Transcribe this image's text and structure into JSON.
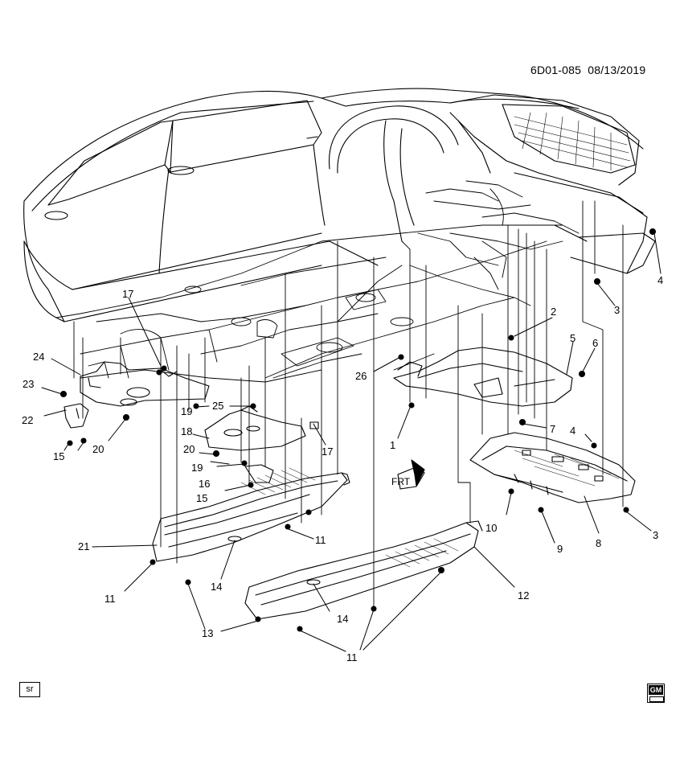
{
  "header": {
    "code": "6D01-085",
    "date": "08/13/2019"
  },
  "footer": {
    "sr_label": "sr"
  },
  "direction_marker": "FRT",
  "callouts": [
    {
      "label": "1"
    },
    {
      "label": "2"
    },
    {
      "label": "3"
    },
    {
      "label": "3"
    },
    {
      "label": "4"
    },
    {
      "label": "4"
    },
    {
      "label": "5"
    },
    {
      "label": "6"
    },
    {
      "label": "7"
    },
    {
      "label": "8"
    },
    {
      "label": "9"
    },
    {
      "label": "10"
    },
    {
      "label": "11"
    },
    {
      "label": "11"
    },
    {
      "label": "11"
    },
    {
      "label": "12"
    },
    {
      "label": "13"
    },
    {
      "label": "14"
    },
    {
      "label": "14"
    },
    {
      "label": "15"
    },
    {
      "label": "15"
    },
    {
      "label": "16"
    },
    {
      "label": "17"
    },
    {
      "label": "17"
    },
    {
      "label": "18"
    },
    {
      "label": "19"
    },
    {
      "label": "19"
    },
    {
      "label": "20"
    },
    {
      "label": "20"
    },
    {
      "label": "21"
    },
    {
      "label": "22"
    },
    {
      "label": "23"
    },
    {
      "label": "24"
    },
    {
      "label": "25"
    },
    {
      "label": "26"
    }
  ]
}
